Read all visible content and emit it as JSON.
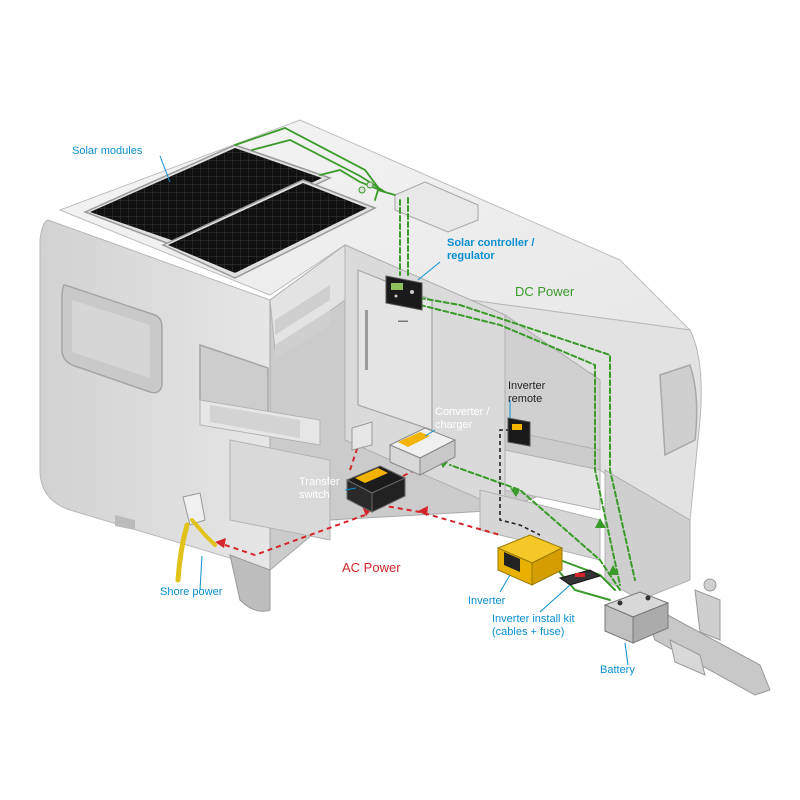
{
  "labels": {
    "solar_modules": "Solar modules",
    "solar_controller_line1": "Solar controller /",
    "solar_controller_line2": "regulator",
    "dc_power": "DC Power",
    "inverter_remote_line1": "Inverter",
    "inverter_remote_line2": "remote",
    "converter_line1": "Converter /",
    "converter_line2": "charger",
    "transfer_line1": "Transfer",
    "transfer_line2": "switch",
    "ac_power": "AC Power",
    "shore_power": "Shore power",
    "inverter": "Inverter",
    "install_kit_line1": "Inverter install kit",
    "install_kit_line2": "(cables + fuse)",
    "battery": "Battery"
  },
  "colors": {
    "dc_wire": "#3a9a2a",
    "ac_wire": "#d4262a",
    "label_accent": "#0a8fd0",
    "caravan_body": "#dcdcdc",
    "solar_panel": "#111111",
    "inverter_body": "#f2b400",
    "shore_cable": "#e0c21a"
  }
}
